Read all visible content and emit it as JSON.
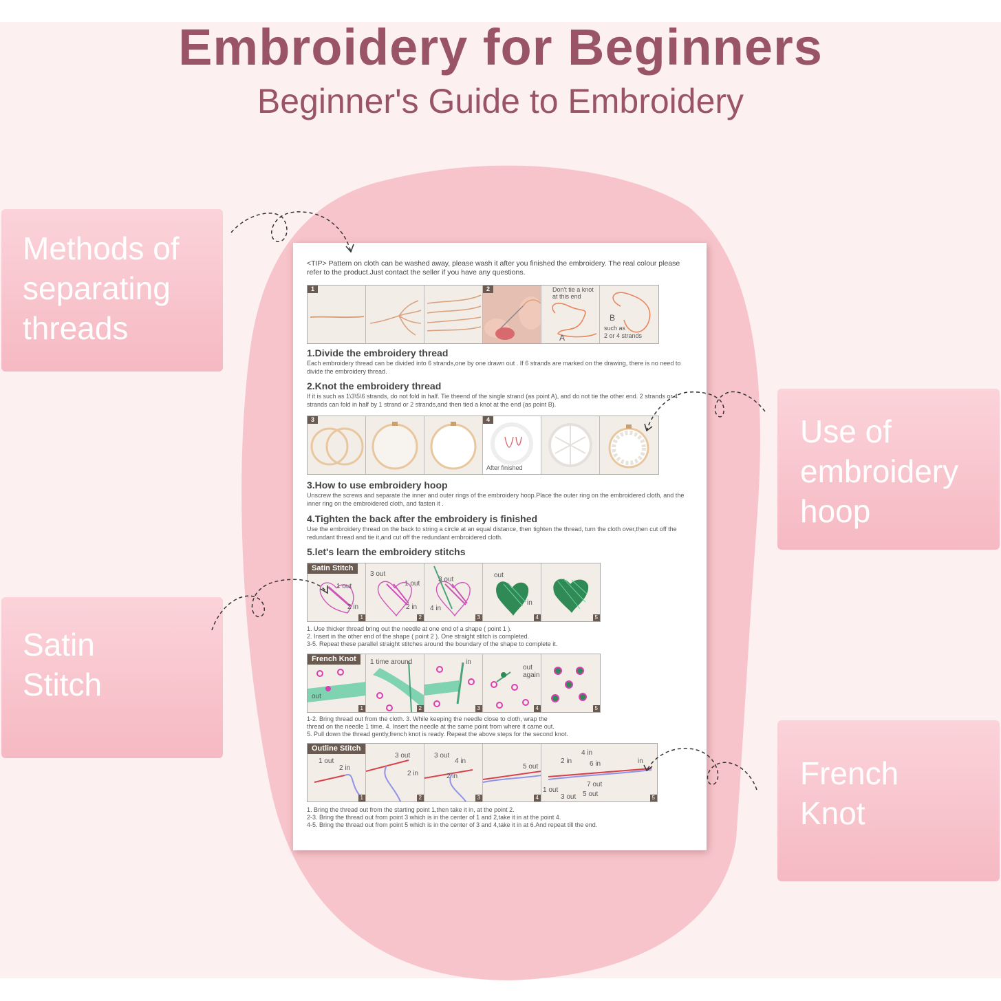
{
  "header": {
    "title": "Embroidery for Beginners",
    "subtitle": "Beginner's Guide to Embroidery"
  },
  "callouts": [
    {
      "lines": [
        "Methods of",
        "separating",
        "threads"
      ]
    },
    {
      "lines": [
        "Use of",
        "embroidery",
        "hoop"
      ]
    },
    {
      "lines": [
        "Satin",
        "Stitch"
      ]
    },
    {
      "lines": [
        "French",
        "Knot"
      ]
    }
  ],
  "sheet": {
    "tip": "<TIP> Pattern on cloth can be washed away, please wash it after you finished the embroidery. The real colour please refer to the product.Just contact the seller if you have any questions.",
    "strip1": {
      "num_a": "1",
      "num_b": "2",
      "note_top": "Don't tie a knot",
      "note_top2": "at this end",
      "label_a": "A",
      "label_b": "B",
      "note_bottom": "such as",
      "note_bottom2": "2 or 4 strands"
    },
    "s1": {
      "title": "1.Divide the embroidery thread",
      "desc": "Each embroidery thread can be divided into 6 strands,one by one drawn out . If 6 strands are marked on the drawing, there is no need to divide the embroidery thread."
    },
    "s2": {
      "title": "2.Knot the embroidery thread",
      "desc": "If it is such as 1\\3\\5\\6 strands, do not fold in half. Tie theend of the single strand (as point A), and do not tie the other end. 2 strands or 4 strands can fold in half by 1 strand or 2 strands,and then tied a knot at the end (as point B)."
    },
    "strip2": {
      "num_a": "3",
      "num_b": "4",
      "after": "After  finished"
    },
    "s3": {
      "title": "3.How to use embroidery hoop",
      "desc": "Unscrew the screws and separate the inner and outer rings of the embroidery hoop.Place the outer ring on the embroidered cloth, and the inner ring on the embroidered cloth, and fasten it ."
    },
    "s4": {
      "title": "4.Tighten the back after the embroidery is finished",
      "desc": "Use the embroidery thread on the back to string a circle at an equal distance, then tighten the thread, turn the cloth over,then cut off the redundant thread and tie it,and cut off the redundant embroidered cloth."
    },
    "s5": {
      "title": "5.let's learn the embroidery stitchs"
    },
    "satin": {
      "tag": "Satin Stitch",
      "p1_out": "1 out",
      "p1_in": "2 in",
      "p2_out3": "3 out",
      "p2_out1": "1 out",
      "p2_in2": "2 in",
      "p3_out3": "3 out",
      "p3_in4": "4 in",
      "p4_out": "out",
      "p4_in": "in",
      "nums": [
        "1",
        "2",
        "3",
        "4",
        "5"
      ],
      "desc1": "1. Use thicker thread bring out the needle at one end of a shape ( point 1 ).",
      "desc2": "2. Insert in the other end of the shape ( point 2 ). One straight stitch is completed.",
      "desc3": "3-5. Repeat these parallel straight stitches around the boundary of the shape to complete it."
    },
    "french": {
      "tag": "French Knot",
      "around": "1 time around",
      "p1_out": "out",
      "p3_in": "in",
      "p4_out": "out",
      "p4_again": "again",
      "nums": [
        "1",
        "2",
        "3",
        "4",
        "5"
      ],
      "desc1": "1-2. Bring thread out from the cloth.        3. While keeping the needle close to cloth, wrap the",
      "desc2": "thread on the needle 1 time.    4. Insert the needle at the same point from where it came out.",
      "desc3": "5. Pull down the thread gently,french knot is ready. Repeat the above steps for the second knot."
    },
    "outline": {
      "tag": "Outline Stitch",
      "p1_out": "1 out",
      "p1_in": "2 in",
      "p2_out": "3 out",
      "p2_in": "2 in",
      "p3_out": "3 out",
      "p3_in4": "4 in",
      "p3_in2": "2 in",
      "p4_out": "5 out",
      "p5_4in": "4 in",
      "p5_2in": "2 in",
      "p5_6in": "6 in",
      "p5_7out": "7 out",
      "p5_1out": "1 out",
      "p5_3out": "3 out",
      "p5_5out": "5 out",
      "p5_in": "in",
      "nums": [
        "1",
        "2",
        "3",
        "4",
        "5"
      ],
      "desc1": "1. Bring the thread out from the starting point 1,then take it in, at the point 2.",
      "desc2": "2-3. Bring the thread out from point 3 which is in the center of 1 and 2,take it in at the point 4.",
      "desc3": "4-5. Bring the thread out from point 5 which is in the center of 3 and 4,take it in at 6.And repeat till the end."
    }
  }
}
